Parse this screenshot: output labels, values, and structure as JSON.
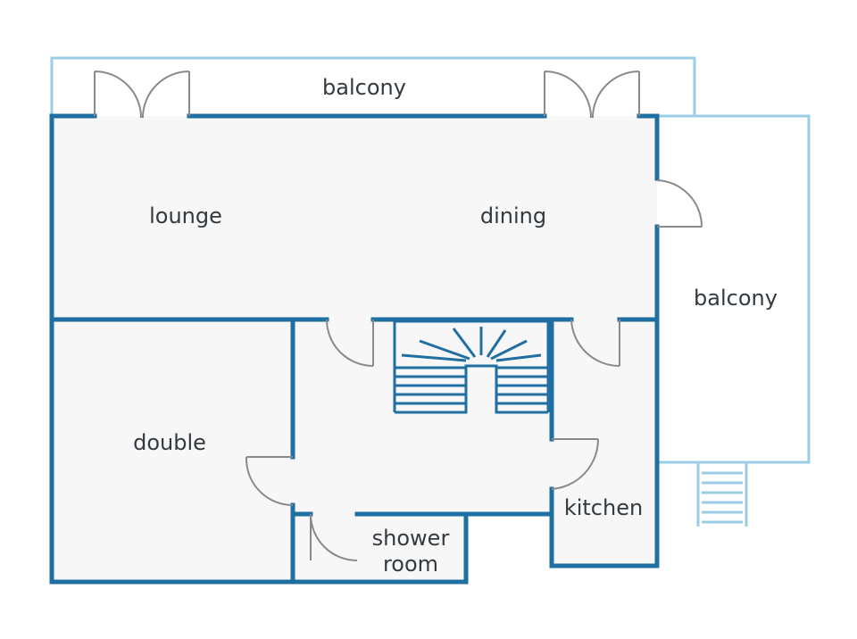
{
  "floorplan": {
    "rooms": {
      "balcony_top": "balcony",
      "lounge": "lounge",
      "dining": "dining",
      "balcony_side": "balcony",
      "double": "double",
      "kitchen": "kitchen",
      "shower_line1": "shower",
      "shower_line2": "room"
    },
    "colors": {
      "wall": "#1f6fa3",
      "balcony_outline": "#9dcde6",
      "floor": "#f7f7f7",
      "door": "#8a8a8a",
      "text": "#333a40"
    }
  }
}
